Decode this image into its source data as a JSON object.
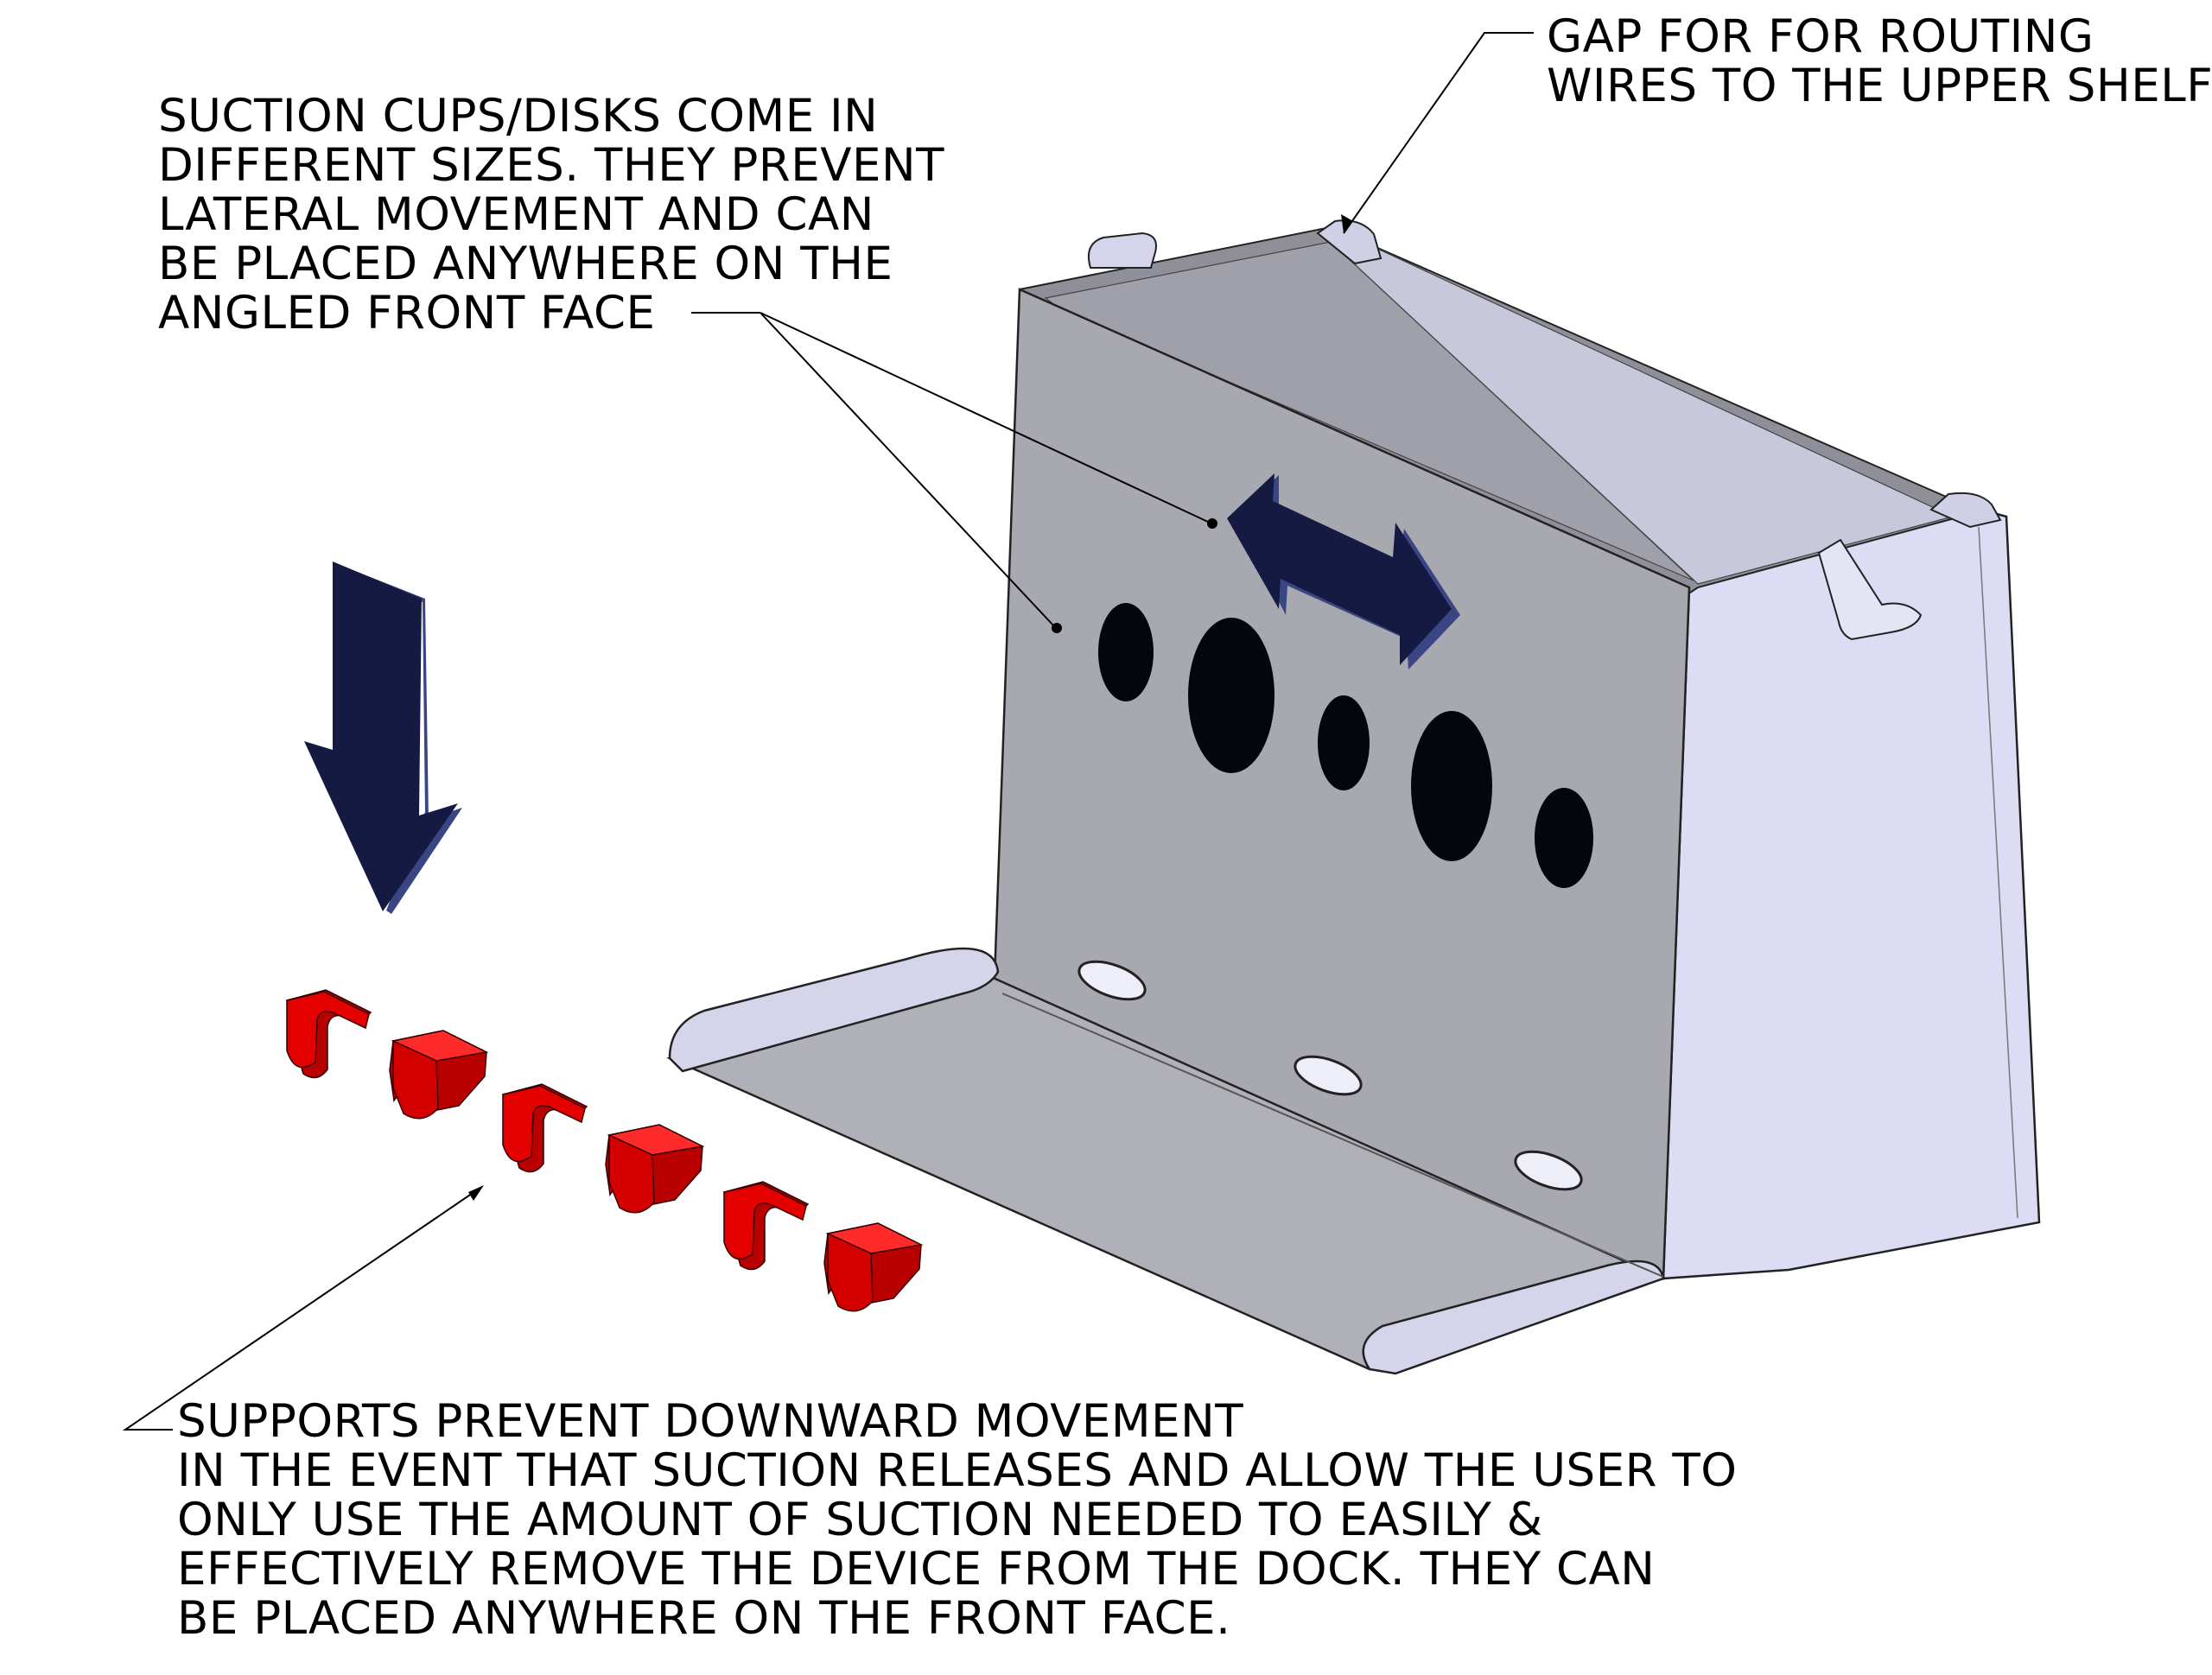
{
  "callouts": {
    "gap": {
      "lines": [
        "GAP FOR FOR ROUTING",
        "WIRES TO THE UPPER SHELF"
      ]
    },
    "suction": {
      "lines": [
        "SUCTION CUPS/DISKS COME IN",
        "DIFFERENT SIZES.  THEY PREVENT",
        "LATERAL MOVEMENT AND CAN",
        "BE PLACED ANYWHERE ON THE",
        "ANGLED FRONT FACE"
      ]
    },
    "supports": {
      "lines": [
        "SUPPORTS PREVENT DOWNWARD MOVEMENT",
        "IN THE EVENT THAT SUCTION RELEASES AND ALLOW THE USER TO",
        "ONLY USE THE AMOUNT OF SUCTION NEEDED TO EASILY &",
        "EFFECTIVELY REMOVE THE DEVICE FROM THE DOCK.  THEY CAN",
        "BE PLACED ANYWHERE ON THE FRONT FACE."
      ]
    }
  },
  "colors": {
    "panel_front": "#a8a8b0",
    "panel_side": "#dcdcf4",
    "panel_dark": "#8c8c96",
    "tray": "#b0b0b8",
    "tray_lip": "#d4d4ea",
    "hole": "#05050d",
    "arrow": "#141a42",
    "arrow_edge": "#3a4584",
    "support": "#e50000",
    "support_shade": "#b80000",
    "leader": "#000000"
  }
}
